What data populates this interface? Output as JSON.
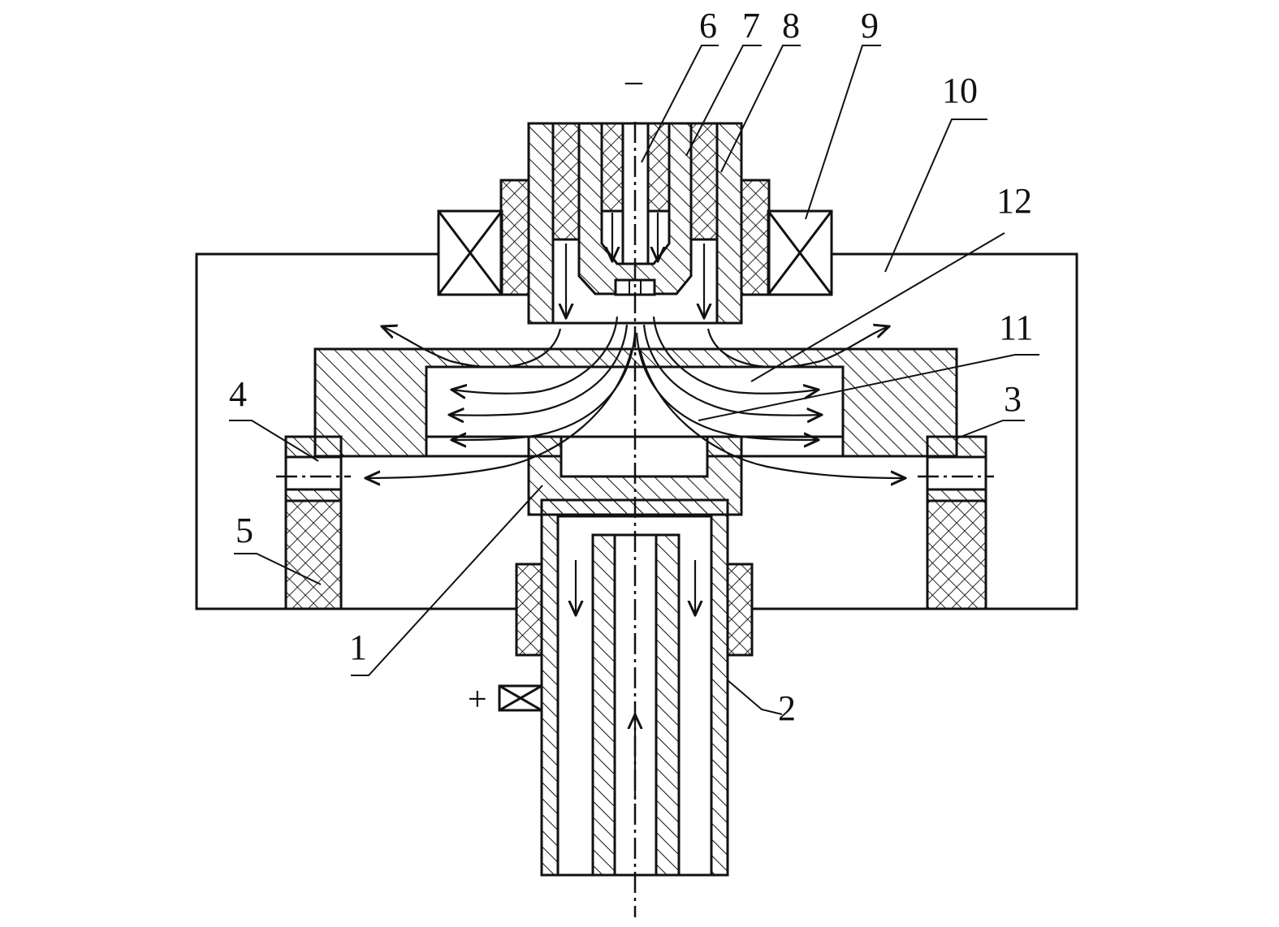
{
  "figure": {
    "part_labels": [
      {
        "id": "1",
        "text": "1"
      },
      {
        "id": "2",
        "text": "2"
      },
      {
        "id": "3",
        "text": "3"
      },
      {
        "id": "4",
        "text": "4"
      },
      {
        "id": "5",
        "text": "5"
      },
      {
        "id": "6",
        "text": "6"
      },
      {
        "id": "7",
        "text": "7"
      },
      {
        "id": "8",
        "text": "8"
      },
      {
        "id": "9",
        "text": "9"
      },
      {
        "id": "10",
        "text": "10"
      },
      {
        "id": "11",
        "text": "11"
      },
      {
        "id": "12",
        "text": "12"
      }
    ],
    "polarity": {
      "negative": "–",
      "positive": "+"
    }
  }
}
